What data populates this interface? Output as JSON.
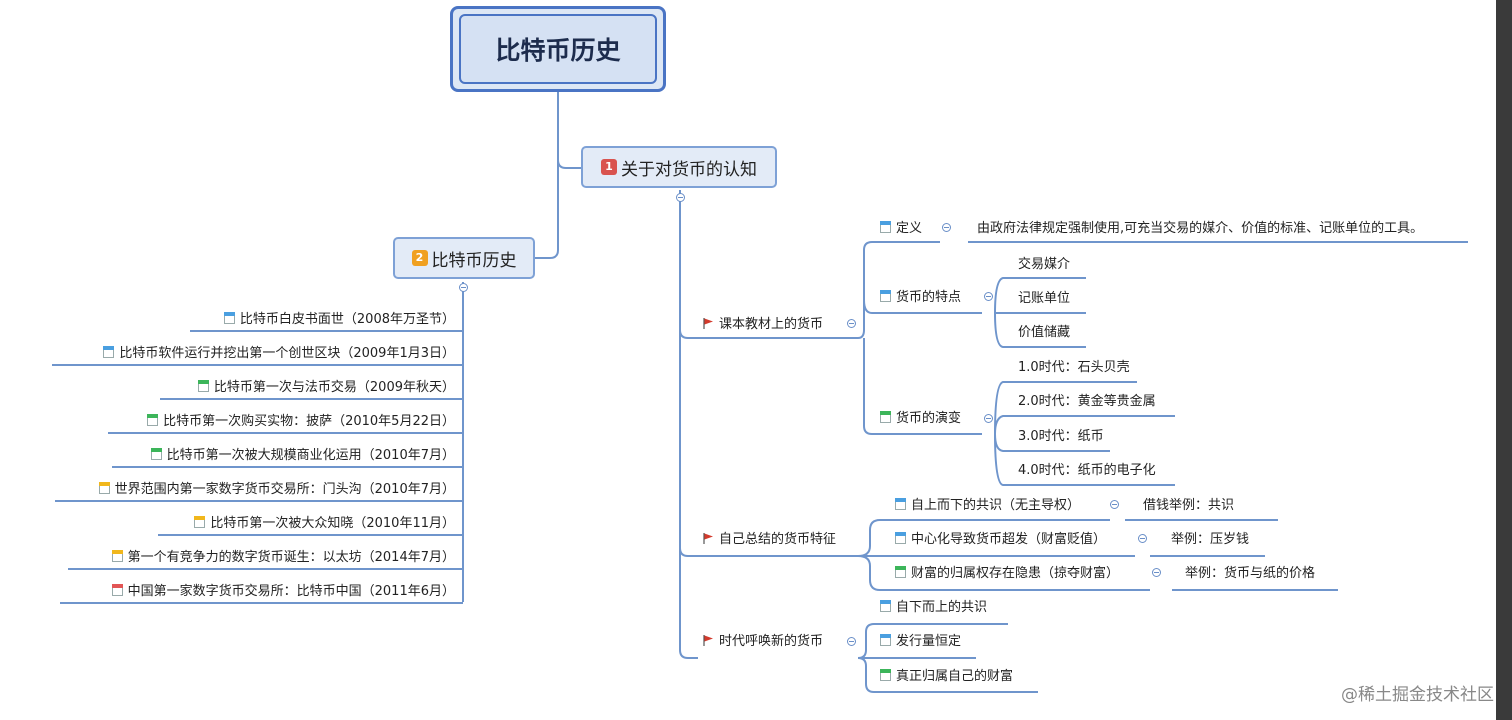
{
  "root": {
    "label": "比特币历史"
  },
  "branch_money": {
    "priority": "1",
    "label": "关于对货币的认知"
  },
  "branch_history": {
    "priority": "2",
    "label": "比特币历史"
  },
  "history_items": [
    {
      "n": "1",
      "label": "比特币白皮书面世（2008年万圣节）"
    },
    {
      "n": "2",
      "label": "比特币软件运行并挖出第一个创世区块（2009年1月3日）"
    },
    {
      "n": "3",
      "label": "比特币第一次与法币交易（2009年秋天）"
    },
    {
      "n": "4",
      "label": "比特币第一次购买实物：披萨（2010年5月22日）"
    },
    {
      "n": "5",
      "label": "比特币第一次被大规模商业化运用（2010年7月）"
    },
    {
      "n": "6",
      "label": "世界范围内第一家数字货币交易所：门头沟（2010年7月）"
    },
    {
      "n": "7",
      "label": "比特币第一次被大众知晓（2010年11月）"
    },
    {
      "n": "8",
      "label": "第一个有竞争力的数字货币诞生：以太坊（2014年7月）"
    },
    {
      "n": "9",
      "label": "中国第一家数字货币交易所：比特币中国（2011年6月）"
    }
  ],
  "textbook": {
    "label": "课本教材上的货币",
    "definition": {
      "n": "1",
      "label": "定义",
      "text": "由政府法律规定强制使用,可充当交易的媒介、价值的标准、记账单位的工具。"
    },
    "features": {
      "n": "2",
      "label": "货币的特点",
      "items": [
        "交易媒介",
        "记账单位",
        "价值储藏"
      ]
    },
    "evolution": {
      "n": "3",
      "label": "货币的演变",
      "items": [
        "1.0时代：石头贝壳",
        "2.0时代：黄金等贵金属",
        "3.0时代：纸币",
        "4.0时代：纸币的电子化"
      ]
    }
  },
  "summary": {
    "label": "自己总结的货币特征",
    "items": [
      {
        "n": "1",
        "label": "自上而下的共识（无主导权）",
        "example": "借钱举例：共识"
      },
      {
        "n": "2",
        "label": "中心化导致货币超发（财富贬值）",
        "example": "举例：压岁钱"
      },
      {
        "n": "3",
        "label": "财富的归属权存在隐患（掠夺财富）",
        "example": "举例：货币与纸的价格"
      }
    ]
  },
  "era": {
    "label": "时代呼唤新的货币",
    "items": [
      {
        "n": "1",
        "label": "自下而上的共识"
      },
      {
        "n": "2",
        "label": "发行量恒定"
      },
      {
        "n": "3",
        "label": "真正归属自己的财富"
      }
    ]
  },
  "watermark": "@稀土掘金技术社区",
  "colors": {
    "line": "#6f95cc",
    "flag": "#d33a2c",
    "priority1": "#d9534f",
    "priority2": "#f0a020",
    "cal_blue": "#4a9fe0",
    "cal_green": "#3cb55a",
    "cal_yellow": "#f1b71c",
    "cal_red": "#e25555"
  }
}
